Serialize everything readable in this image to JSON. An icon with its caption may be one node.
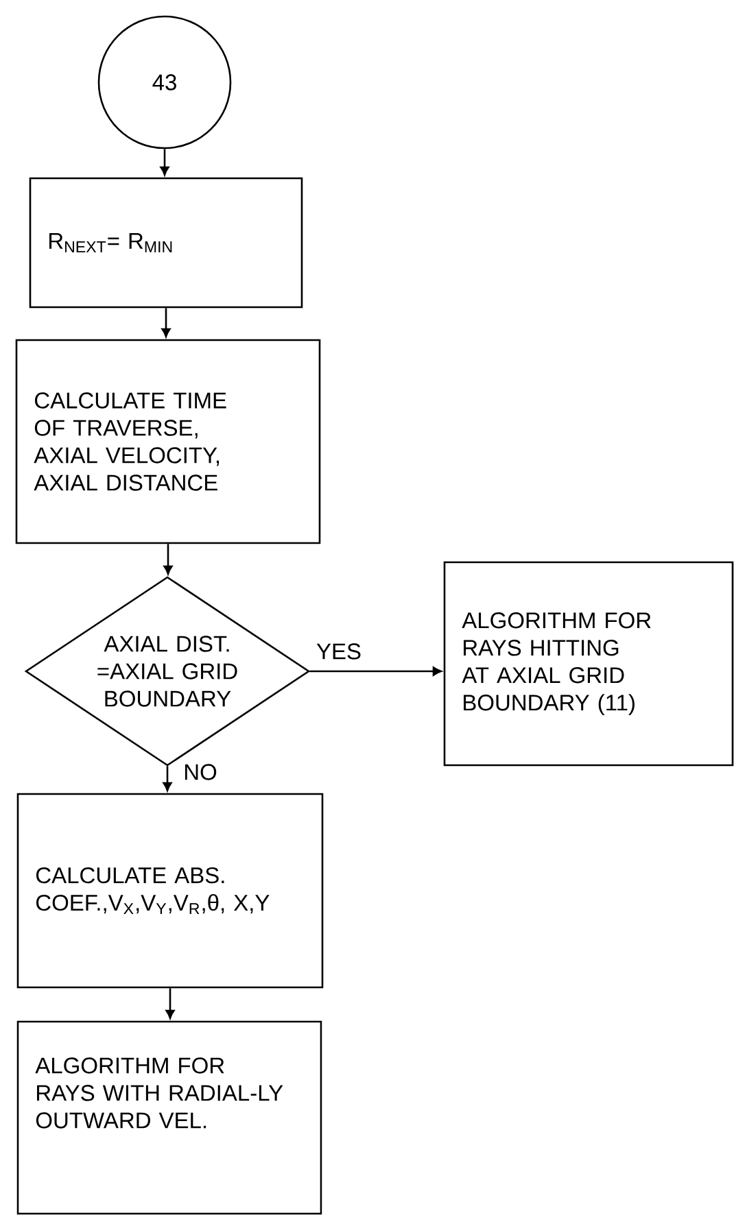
{
  "diagram": {
    "nodes": [
      {
        "text": [
          "43"
        ]
      },
      {
        "text": [
          "R$_{NEXT}$= R$_{MIN}$"
        ]
      },
      {
        "text": [
          "CALCULATE TIME OF TRAVERSE, AXIAL VELOCITY, AXIAL DISTANCE"
        ]
      },
      {
        "text": [
          "AXIAL DIST. =AXIAL GRID BOUNDARY"
        ]
      },
      {
        "text": [
          "ALGORITHM FOR RAYS HITTING AT AXIAL GRID BOUNDARY (11)"
        ]
      },
      {
        "text": [
          "CALCULATE ABS. COEF.,V$_{X}$,V$_{Y}$,V$_{R}$,θ, X,Y"
        ]
      },
      {
        "text": [
          "ALGORITHM FOR RAYS WITH RADIAL-LY OUTWARD VEL."
        ]
      }
    ],
    "edges": [
      {
        "from": 0,
        "to": 1,
        "arrow": "to"
      },
      {
        "from": 1,
        "to": 2,
        "arrow": "to"
      },
      {
        "from": 2,
        "to": 3,
        "arrow": "to"
      },
      {
        "from": 3,
        "to": 4,
        "arrow": "to",
        "label": "YES"
      },
      {
        "from": 3,
        "to": 5,
        "arrow": "to",
        "label": "NO"
      },
      {
        "from": 5,
        "to": 6,
        "arrow": "to"
      }
    ]
  }
}
